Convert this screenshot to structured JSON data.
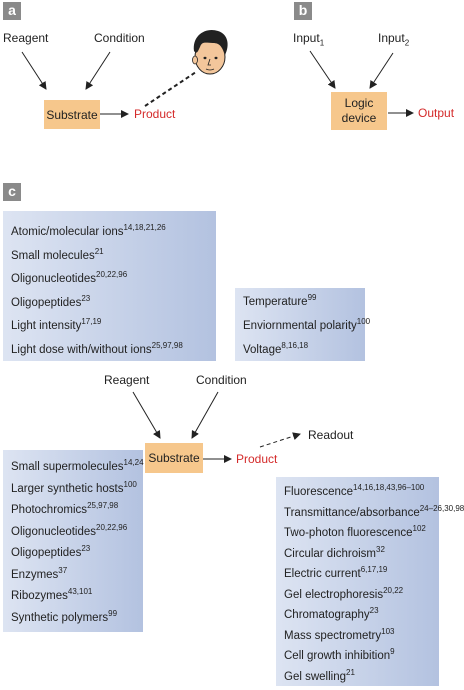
{
  "panel_a": {
    "label": "a",
    "reagent": "Reagent",
    "condition": "Condition",
    "substrate": "Substrate",
    "product": "Product"
  },
  "panel_b": {
    "label": "b",
    "input1_base": "Input",
    "input1_sub": "1",
    "input2_base": "Input",
    "input2_sub": "2",
    "device_line1": "Logic",
    "device_line2": "device",
    "output": "Output"
  },
  "panel_c": {
    "label": "c",
    "reagent": "Reagent",
    "condition": "Condition",
    "substrate": "Substrate",
    "product": "Product",
    "readout": "Readout",
    "reagent_inputs": [
      {
        "text": "Atomic/molecular ions",
        "ref": "14,18,21,26"
      },
      {
        "text": "Small molecules",
        "ref": "21"
      },
      {
        "text": "Oligonucleotides",
        "ref": "20,22,96"
      },
      {
        "text": "Oligopeptides",
        "ref": "23"
      },
      {
        "text": "Light intensity",
        "ref": "17,19"
      },
      {
        "text": "Light dose with/without ions",
        "ref": "25,97,98"
      }
    ],
    "conditions": [
      {
        "text": "Temperature",
        "ref": "99"
      },
      {
        "text": "Enviornmental polarity",
        "ref": "100"
      },
      {
        "text": "Voltage",
        "ref": "8,16,18"
      }
    ],
    "substrates": [
      {
        "text": "Small supermolecules",
        "ref": "14,24"
      },
      {
        "text": "Larger synthetic hosts",
        "ref": "100"
      },
      {
        "text": "Photochromics",
        "ref": "25,97,98"
      },
      {
        "text": "Oligonucleotides",
        "ref": "20,22,96"
      },
      {
        "text": "Oligopeptides",
        "ref": "23"
      },
      {
        "text": "Enzymes",
        "ref": "37"
      },
      {
        "text": "Ribozymes",
        "ref": "43,101"
      },
      {
        "text": "Synthetic polymers",
        "ref": "99"
      }
    ],
    "readouts": [
      {
        "text": "Fluorescence",
        "ref": "14,16,18,43,96–100"
      },
      {
        "text": "Transmittance/absorbance",
        "ref": "24–26,30,98"
      },
      {
        "text": "Two-photon fluorescence",
        "ref": "102"
      },
      {
        "text": "Circular dichroism",
        "ref": "32"
      },
      {
        "text": "Electric current",
        "ref": "6,17,19"
      },
      {
        "text": "Gel electrophoresis",
        "ref": "20,22"
      },
      {
        "text": "Chromatography",
        "ref": "23"
      },
      {
        "text": "Mass spectrometry",
        "ref": "103"
      },
      {
        "text": "Cell growth inhibition",
        "ref": "9"
      },
      {
        "text": "Gel swelling",
        "ref": "21"
      }
    ]
  },
  "icons": {
    "observer": "human-face-icon"
  },
  "colors": {
    "product_red": "#d42a2a",
    "substrate_orange": "#f6c78c",
    "list_blue": "#b3c2e0",
    "panel_label_gray": "#8a8a8a"
  }
}
